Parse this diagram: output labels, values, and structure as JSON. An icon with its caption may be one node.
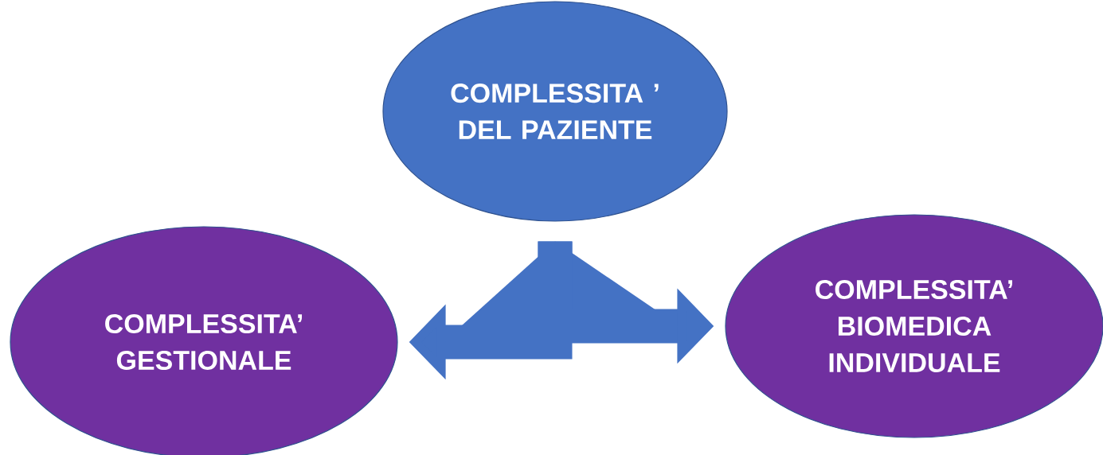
{
  "diagram": {
    "nodes": [
      {
        "text": [
          "COMPLESSITA ’ DEL PAZIENTE"
        ]
      },
      {
        "text": [
          "COMPLESSITA’ GESTIONALE"
        ]
      },
      {
        "text": [
          "COMPLESSITA’ BIOMEDICA INDIVIDUALE"
        ]
      }
    ],
    "edges": [
      {
        "from": 0,
        "to": 1,
        "arrow": "to"
      },
      {
        "from": 0,
        "to": 2,
        "arrow": "to"
      }
    ]
  }
}
